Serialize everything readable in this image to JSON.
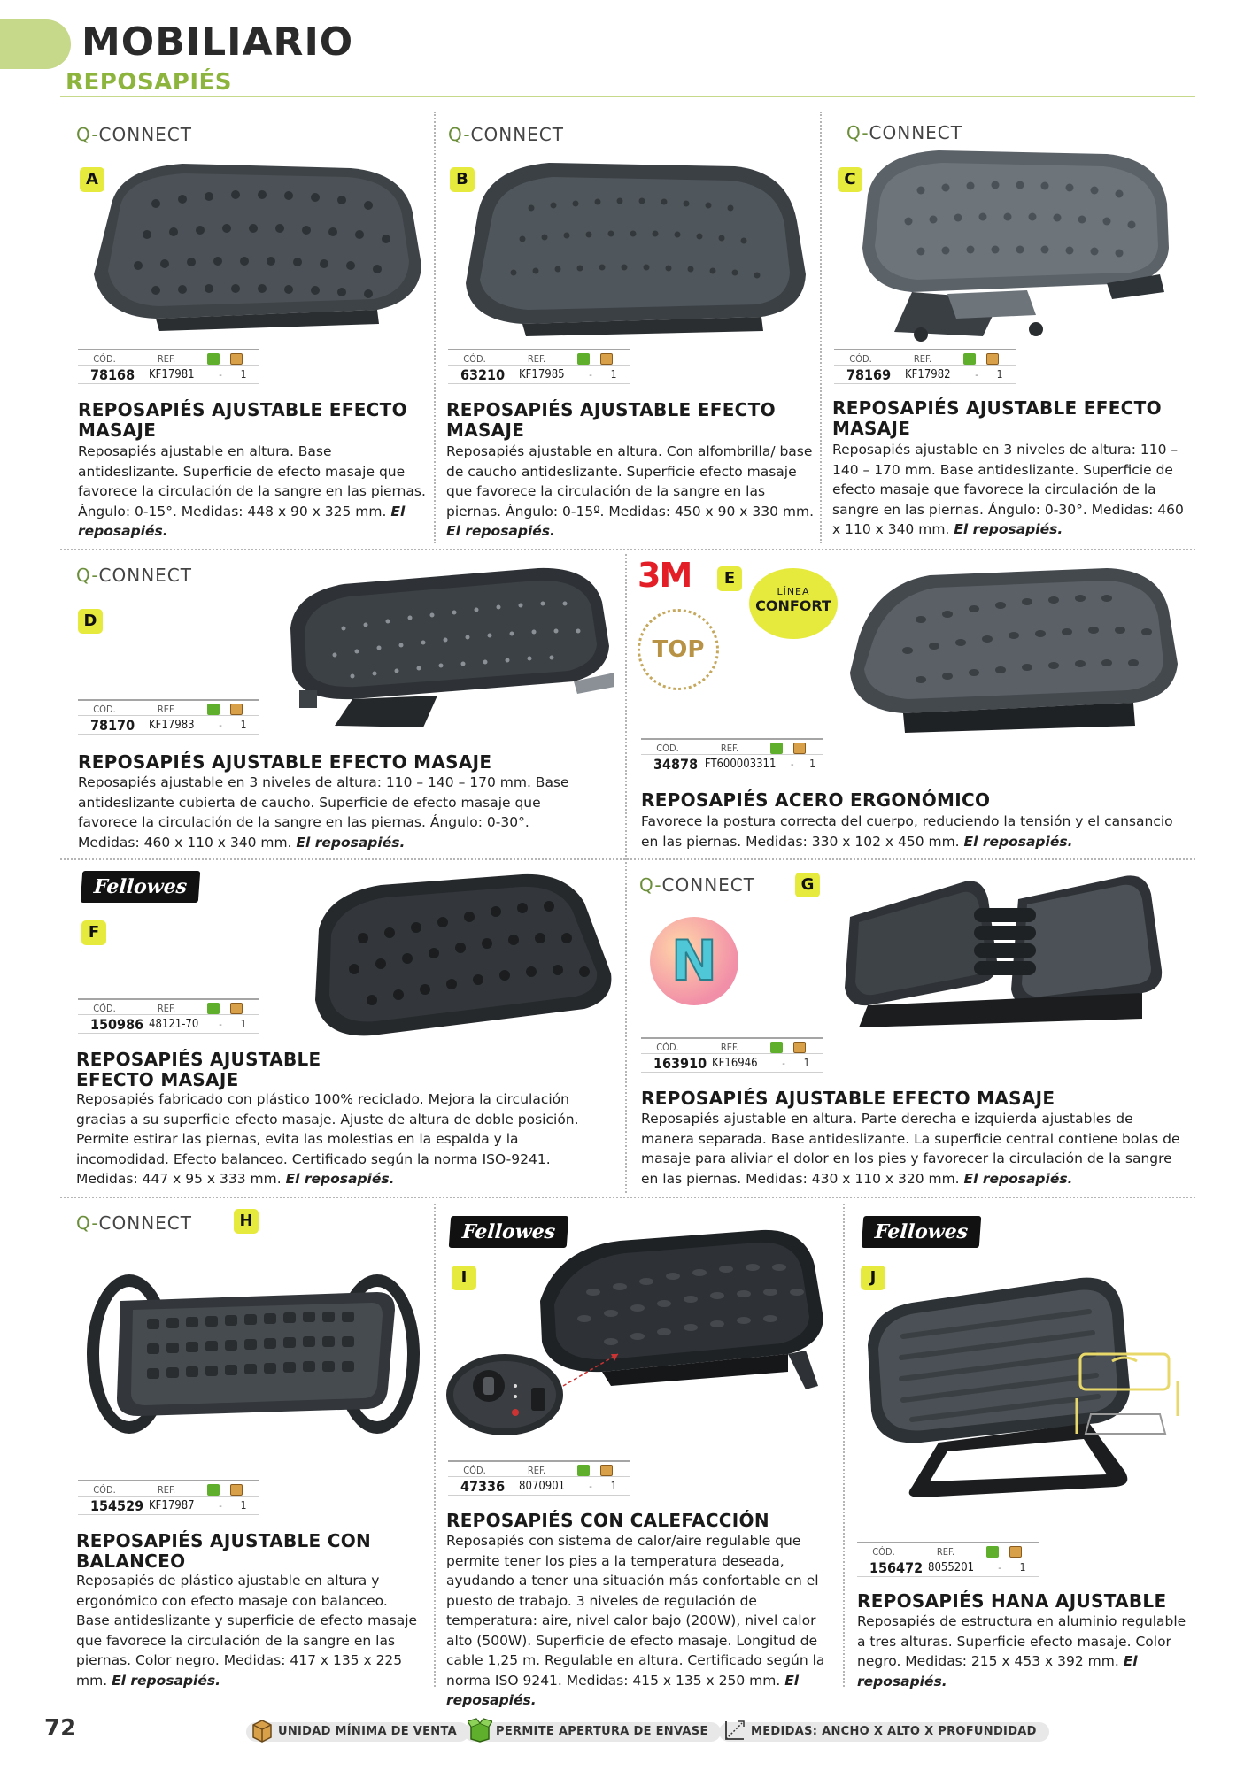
{
  "header": {
    "title": "MOBILIARIO",
    "subtitle": "REPOSAPIÉS"
  },
  "labels": {
    "cod": "CÓD.",
    "ref": "REF."
  },
  "brands": {
    "qconnect": "Q-CONNECT",
    "fellowes": "Fellowes",
    "3m": "3M"
  },
  "badges": {
    "linea": "LÍNEA",
    "confort": "CONFORT",
    "top": "TOP",
    "n": "N"
  },
  "products": [
    {
      "letter": "A",
      "cod": "78168",
      "ref": "KF17981",
      "dash": "-",
      "qty": "1",
      "title": "REPOSAPIÉS AJUSTABLE EFECTO MASAJE",
      "desc": "Reposapiés ajustable en altura. Base antideslizante. Superficie de efecto masaje que favorece la circulación de la sangre en las piernas. Ángulo: 0-15°. Medidas: 448 x 90 x 325 mm.",
      "unit": "El reposapiés."
    },
    {
      "letter": "B",
      "cod": "63210",
      "ref": "KF17985",
      "dash": "-",
      "qty": "1",
      "title": "REPOSAPIÉS AJUSTABLE EFECTO MASAJE",
      "desc": "Reposapiés ajustable en altura. Con alfombrilla/ base de caucho antideslizante. Superficie efecto masaje que favorece la circulación de la sangre en las piernas. Ángulo: 0-15º. Medidas: 450 x 90 x 330 mm.",
      "unit": "El reposapiés."
    },
    {
      "letter": "C",
      "cod": "78169",
      "ref": "KF17982",
      "dash": "-",
      "qty": "1",
      "title": "REPOSAPIÉS AJUSTABLE EFECTO MASAJE",
      "desc": "Reposapiés ajustable en 3 niveles de altura: 110 – 140 – 170 mm. Base antideslizante. Superficie de efecto masaje que favorece la circulación de la sangre en las piernas. Ángulo: 0-30°. Medidas: 460 x 110 x 340 mm.",
      "unit": "El reposapiés."
    },
    {
      "letter": "D",
      "cod": "78170",
      "ref": "KF17983",
      "dash": "-",
      "qty": "1",
      "title": "REPOSAPIÉS AJUSTABLE EFECTO MASAJE",
      "desc": "Reposapiés ajustable en 3 niveles de altura: 110 – 140 – 170 mm. Base antideslizante cubierta de caucho. Superficie de efecto masaje que favorece la circulación de la sangre en las piernas. Ángulo: 0-30°. Medidas: 460 x 110 x 340 mm.",
      "unit": "El reposapiés."
    },
    {
      "letter": "E",
      "cod": "34878",
      "ref": "FT600003311",
      "dash": "-",
      "qty": "1",
      "title": "REPOSAPIÉS ACERO ERGONÓMICO",
      "desc": "Favorece la postura correcta del cuerpo, reduciendo la tensión y el cansancio en las piernas. Medidas: 330 x 102 x 450 mm.",
      "unit": "El reposapiés."
    },
    {
      "letter": "F",
      "cod": "150986",
      "ref": "48121-70",
      "dash": "-",
      "qty": "1",
      "title": "REPOSAPIÉS AJUSTABLE EFECTO MASAJE",
      "desc": "Reposapiés fabricado con plástico 100% reciclado. Mejora la circulación gracias a su superficie efecto masaje. Ajuste de altura de doble posición. Permite estirar las piernas, evita las molestias en la espalda y la incomodidad. Efecto balanceo. Certificado según la norma ISO-9241. Medidas: 447 x 95 x 333 mm.",
      "unit": "El reposapiés."
    },
    {
      "letter": "G",
      "cod": "163910",
      "ref": "KF16946",
      "dash": "-",
      "qty": "1",
      "title": "REPOSAPIÉS AJUSTABLE EFECTO MASAJE",
      "desc": "Reposapiés ajustable en altura. Parte derecha e izquierda ajustables de manera separada. Base antideslizante. La superficie central contiene bolas de masaje para aliviar el dolor en los pies y favorecer la circulación de la sangre en las piernas. Medidas: 430 x 110 x 320 mm.",
      "unit": "El reposapiés."
    },
    {
      "letter": "H",
      "cod": "154529",
      "ref": "KF17987",
      "dash": "-",
      "qty": "1",
      "title": "REPOSAPIÉS AJUSTABLE CON BALANCEO",
      "desc": "Reposapiés de plástico ajustable en altura y ergonómico con efecto masaje con balanceo. Base antideslizante y superficie de efecto masaje que favorece la circulación de la sangre en las piernas. Color negro. Medidas: 417 x 135 x 225 mm.",
      "unit": "El reposapiés."
    },
    {
      "letter": "I",
      "cod": "47336",
      "ref": "8070901",
      "dash": "-",
      "qty": "1",
      "title": "REPOSAPIÉS CON CALEFACCIÓN",
      "desc": "Reposapiés con sistema de calor/aire regulable que permite tener los pies a la temperatura deseada, ayudando a tener una situación más confortable en el puesto de trabajo. 3 niveles de regulación de temperatura: aire, nivel calor bajo (200W), nivel calor alto (500W). Superficie de efecto masaje. Longitud de cable 1,25 m. Regulable en altura. Certificado según la norma ISO 9241. Medidas: 415 x 135 x 250 mm.",
      "unit": "El reposapiés."
    },
    {
      "letter": "J",
      "cod": "156472",
      "ref": "8055201",
      "dash": "-",
      "qty": "1",
      "title": "REPOSAPIÉS HANA AJUSTABLE",
      "desc": "Reposapiés de estructura en aluminio regulable a tres alturas. Superficie efecto masaje. Color negro. Medidas: 215 x 453 x 392 mm.",
      "unit": "El reposapiés."
    }
  ],
  "footer": {
    "page": "72",
    "legend1": "UNIDAD MÍNIMA DE VENTA",
    "legend2": "PERMITE APERTURA DE ENVASE",
    "legend3": "MEDIDAS: ANCHO X ALTO X PROFUNDIDAD"
  }
}
